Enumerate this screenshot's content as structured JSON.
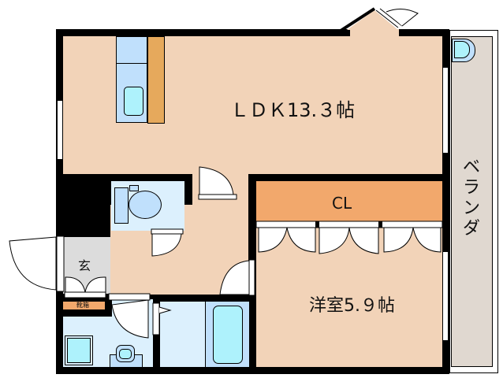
{
  "floorplan": {
    "rooms": {
      "ldk": {
        "label": "ＬＤＫ13.３帖",
        "color": "#f2d3b8"
      },
      "western_room": {
        "label": "洋室5.９帖",
        "color": "#f2d3b8"
      },
      "closet": {
        "label": "CL",
        "color": "#f2a86c"
      },
      "balcony": {
        "label": "ベランダ",
        "color": "#e0d8d0"
      },
      "entrance": {
        "label": "玄",
        "color": "#dcdcdc"
      },
      "shoe_cabinet": {
        "label": "靴箱",
        "color": "#f2a86c"
      }
    },
    "fixtures": {
      "kitchen_counter": {
        "color": "#c0e0fc"
      },
      "kitchen_sink": {
        "color": "#aef2fc"
      },
      "toilet": {
        "color": "#c0e0fc"
      },
      "bathtub": {
        "color": "#c0e0fc"
      },
      "washbasin": {
        "color": "#aef2fc"
      },
      "washing_machine": {
        "color": "#aef2fc"
      }
    },
    "colors": {
      "wall": "#000000",
      "wet_area": "#dcf0fd",
      "ldk_floor": "#f2d3b8",
      "closet": "#f2a86c"
    }
  }
}
